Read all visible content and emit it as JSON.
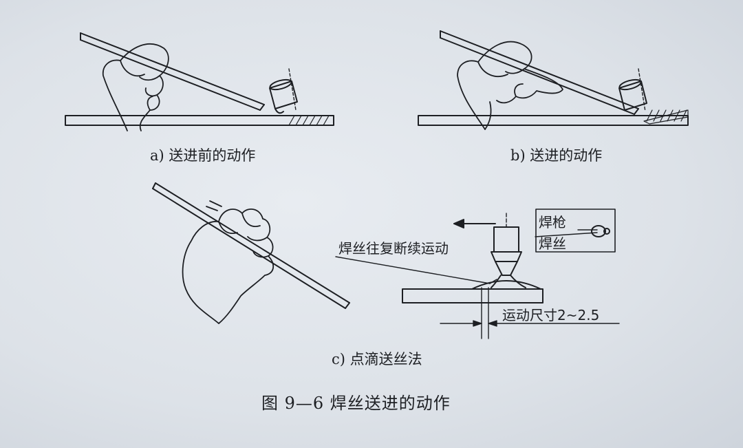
{
  "subfigures": {
    "a": {
      "caption": "a) 送进前的动作"
    },
    "b": {
      "caption": "b) 送进的动作"
    },
    "c": {
      "caption": "c) 点滴送丝法",
      "callouts": {
        "wire_motion": "焊丝往复断续运动",
        "torch": "焊枪",
        "wire": "焊丝",
        "motion_size": "运动尺寸2~2.5"
      }
    }
  },
  "figure_caption": "图 9—6    焊丝送进的动作",
  "colors": {
    "ink": "#1d1f23",
    "paper": "#dfe3e9"
  }
}
